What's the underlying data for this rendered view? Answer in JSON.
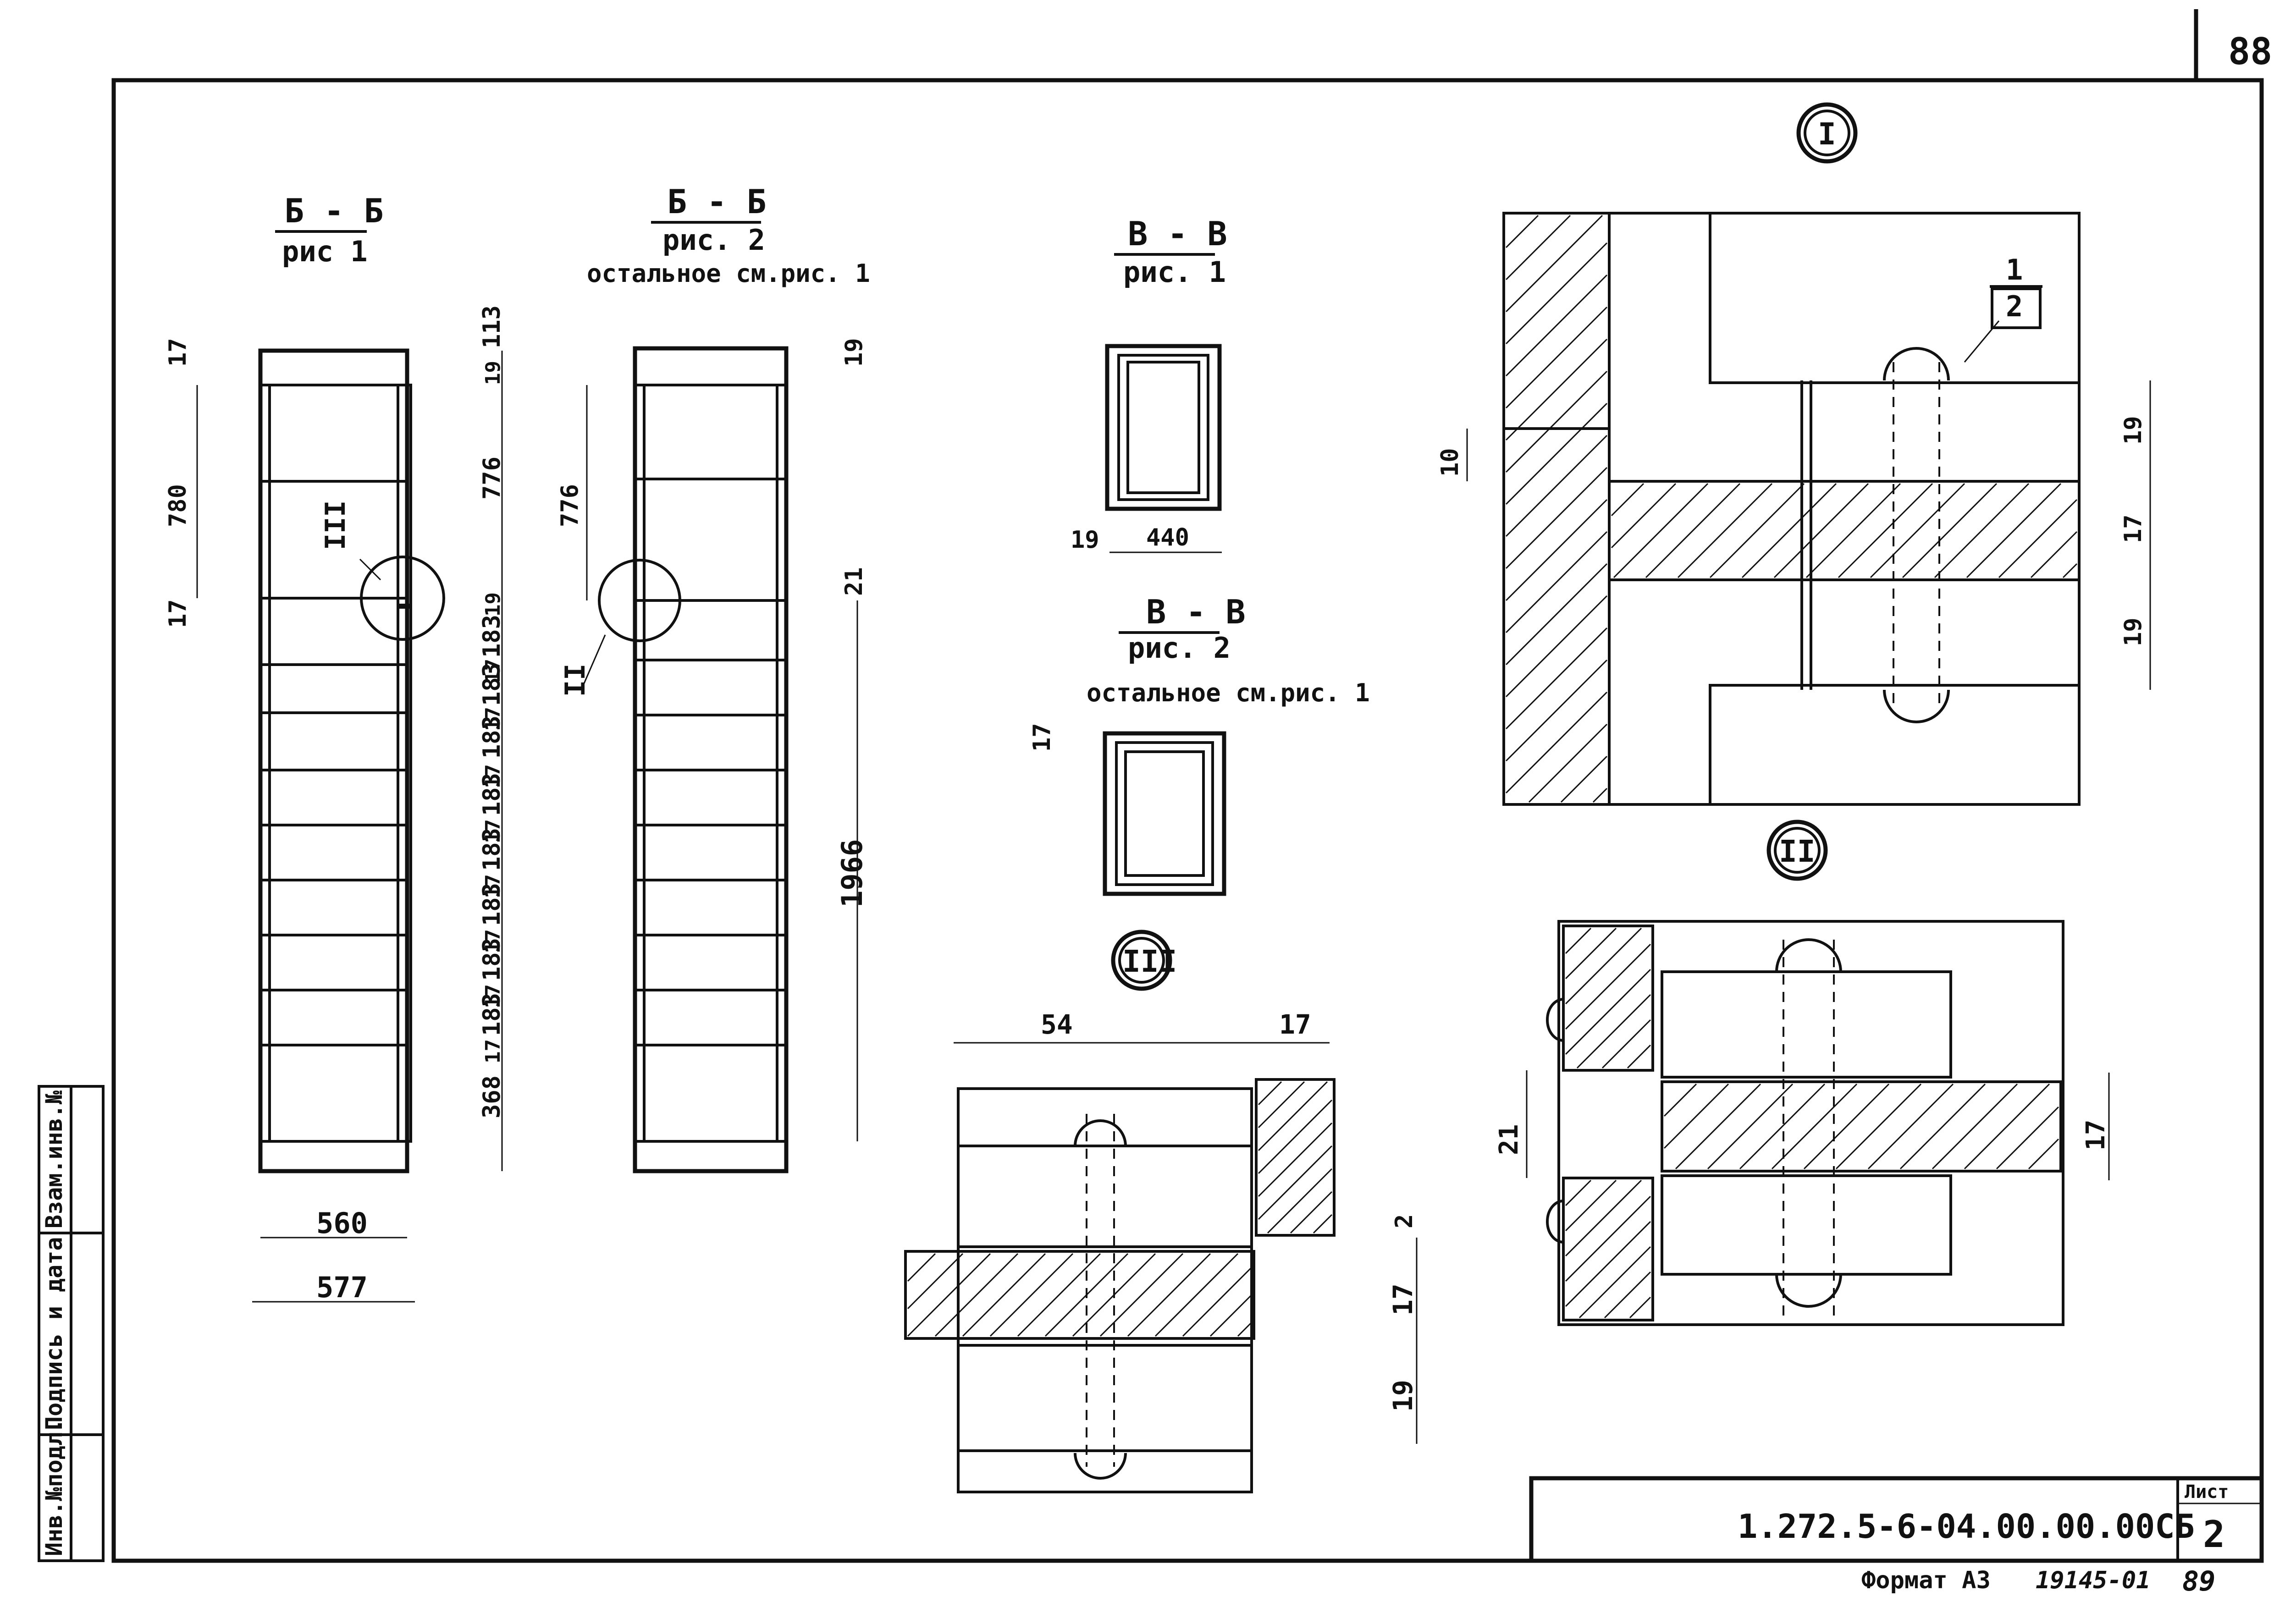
{
  "sheet": {
    "page_number_top": "88",
    "page_number_bottom": "89",
    "designation": "1.272.5-6-04.00.00.00СБ",
    "sheet_label": "Лист",
    "sheet_number": "2",
    "format_label": "Формат А3",
    "archive_number": "19145-01"
  },
  "side_stamp": {
    "inv_podl": "Инв.№подл.",
    "podpis_data": "Подпись и дата",
    "vzam_inv": "Взам.инв.№"
  },
  "views": {
    "bb1": {
      "title": "Б - Б",
      "subtitle": "рис 1"
    },
    "bb2": {
      "title": "Б - Б",
      "subtitle": "рис. 2",
      "note": "остальное см.рис. 1"
    },
    "vv1": {
      "title": "В - В",
      "subtitle": "рис. 1"
    },
    "vv2": {
      "title": "В - В",
      "subtitle": "рис. 2",
      "note": "остальное см.рис. 1"
    }
  },
  "callouts": {
    "I": "I",
    "II": "II",
    "III": "III",
    "part_num": "1",
    "part_den": "2"
  },
  "dims": {
    "bb1_right": [
      "113",
      "19",
      "776",
      "19",
      "183",
      "17",
      "183",
      "17",
      "183",
      "17",
      "183",
      "17",
      "183",
      "17",
      "183",
      "17",
      "183",
      "17",
      "183",
      "17",
      "368"
    ],
    "bb1_left": [
      "17",
      "780",
      "17"
    ],
    "bb1_bottom": [
      "560",
      "577"
    ],
    "bb2": [
      "19",
      "776",
      "21",
      "1966"
    ],
    "vv1": [
      "19",
      "440"
    ],
    "vv2": [
      "17"
    ],
    "detI": [
      "10",
      "19",
      "17",
      "19"
    ],
    "detII": [
      "21",
      "17"
    ],
    "detIII": [
      "54",
      "17",
      "2",
      "17",
      "19"
    ]
  }
}
